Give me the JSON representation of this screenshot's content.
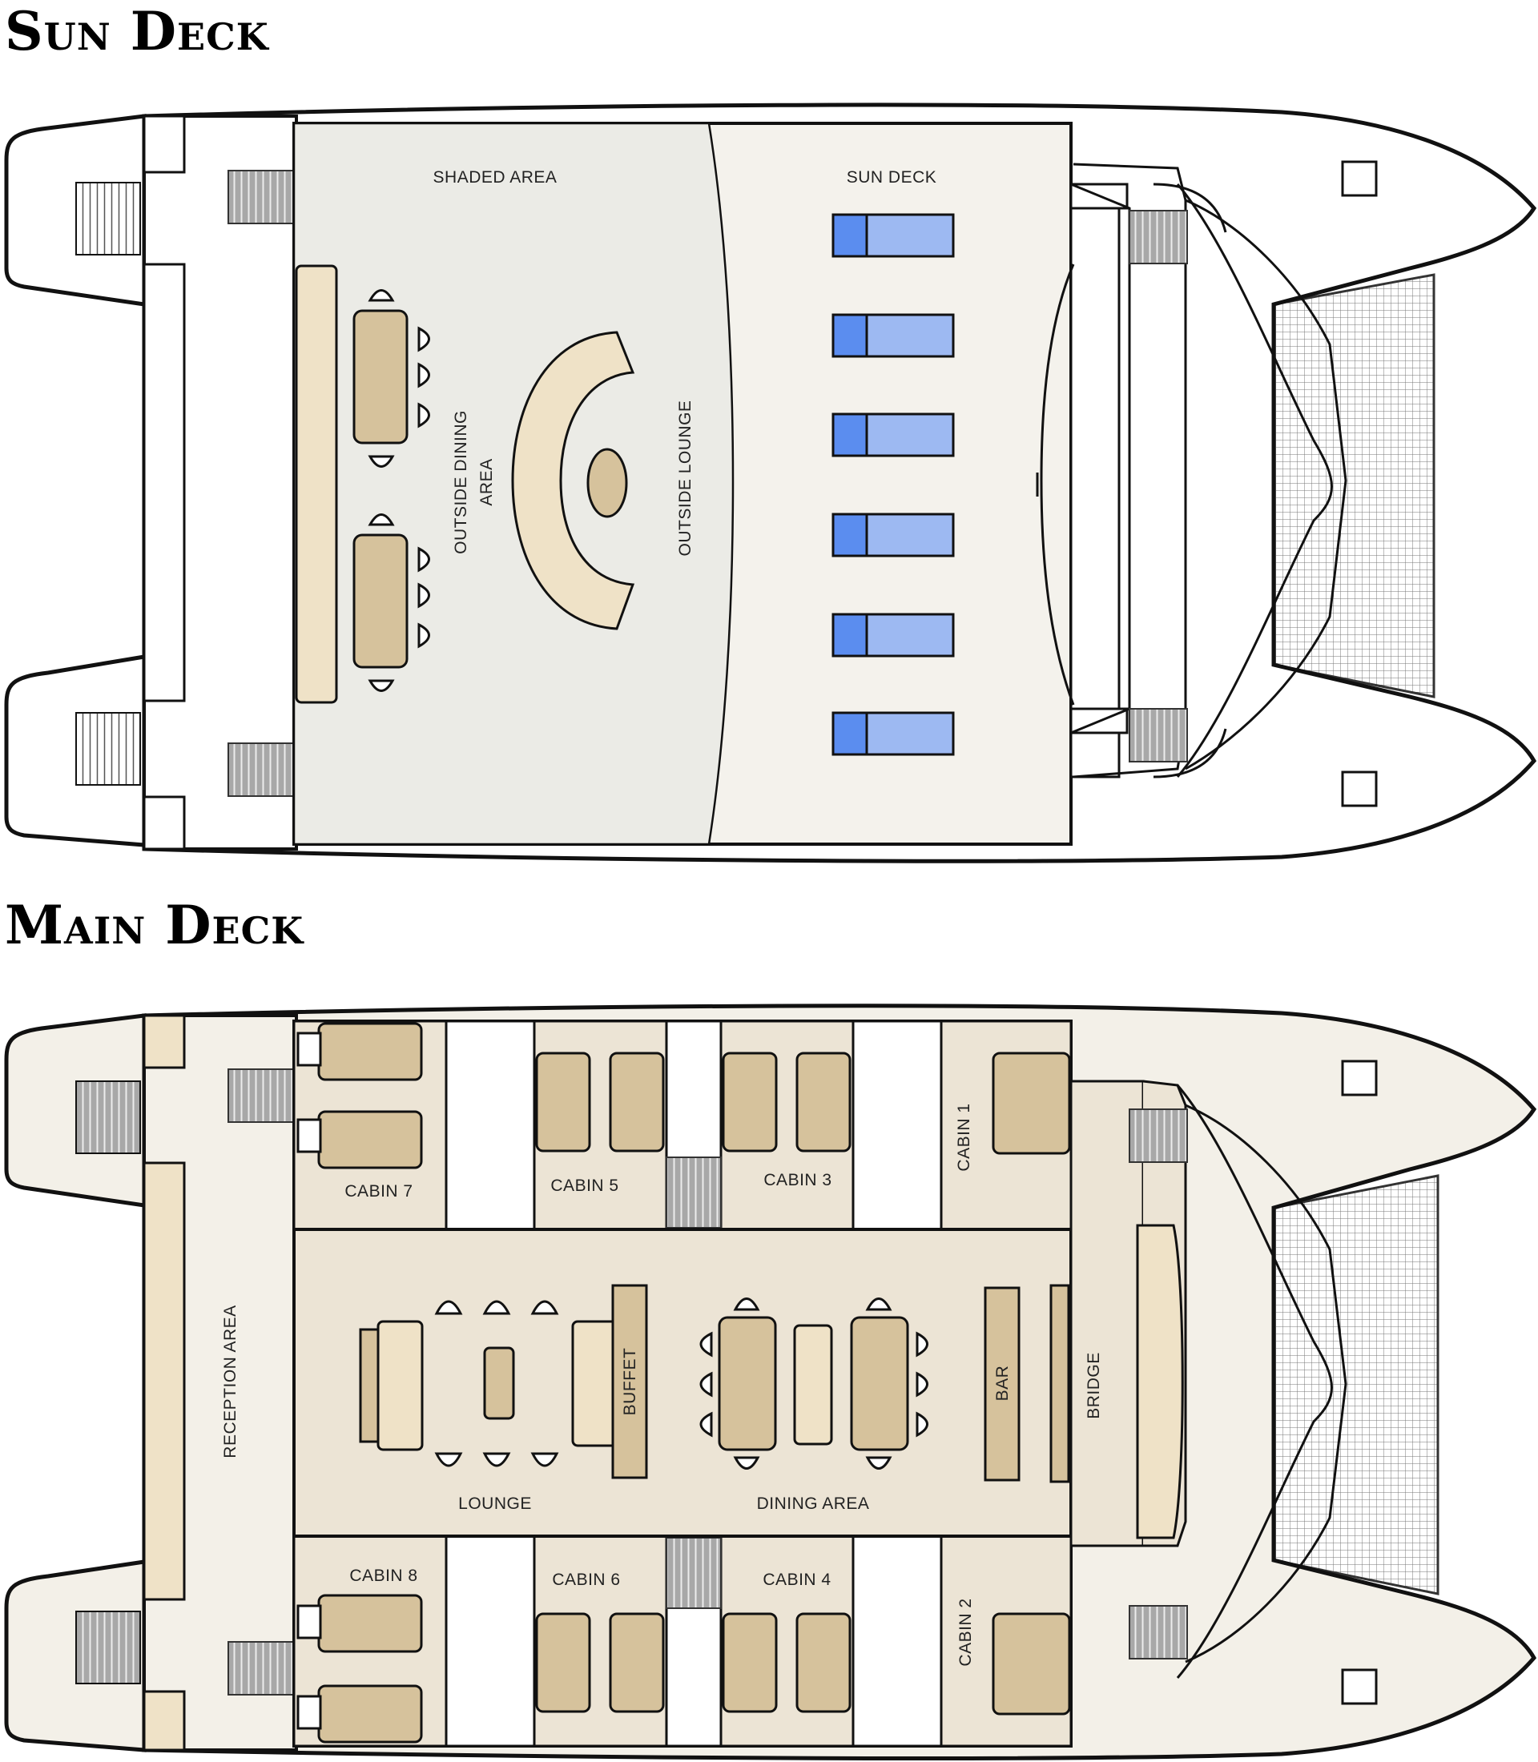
{
  "sun_deck": {
    "title": "Sun Deck",
    "labels": {
      "shaded_area": "SHADED AREA",
      "sun_deck": "SUN DECK",
      "outside_dining_1": "OUTSIDE DINING",
      "outside_dining_2": "AREA",
      "outside_lounge": "OUTSIDE LOUNGE"
    }
  },
  "main_deck": {
    "title": "Main Deck",
    "labels": {
      "cabin_1": "CABIN 1",
      "cabin_2": "CABIN 2",
      "cabin_3": "CABIN 3",
      "cabin_4": "CABIN 4",
      "cabin_5": "CABIN 5",
      "cabin_6": "CABIN 6",
      "cabin_7": "CABIN 7",
      "cabin_8": "CABIN 8",
      "reception": "RECEPTION AREA",
      "lounge": "LOUNGE",
      "dining": "DINING AREA",
      "buffet": "BUFFET",
      "bar": "BAR",
      "bridge": "BRIDGE"
    }
  },
  "colors": {
    "hull_sun": "#ffffff",
    "hull_main": "#f3f0e8",
    "shaded": "#ebebe6",
    "deck_floor": "#f4f2ec",
    "interior": "#ece4d5",
    "furniture": "#d6c29c",
    "furniture_light": "#efe2c7",
    "lounger_dark": "#5b8def",
    "lounger_light": "#9db9f2",
    "stairs": "#a8a8a8"
  }
}
